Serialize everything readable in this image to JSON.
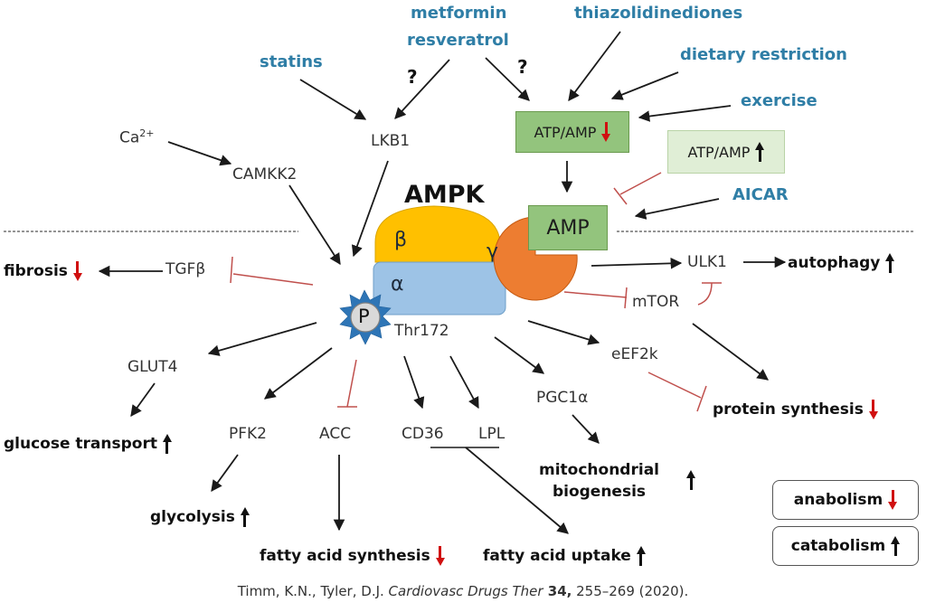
{
  "title": "AMPK",
  "regulators": {
    "statins": "statins",
    "metformin": "metformin",
    "resveratrol": "resveratrol",
    "thiazolidinediones": "thiazolidinediones",
    "dietary_restriction": "dietary restriction",
    "exercise": "exercise",
    "aicar": "AICAR",
    "question_mark": "?"
  },
  "upstream": {
    "calcium": "Ca",
    "calcium_charge": "2+",
    "camkk2": "CAMKK2",
    "lkb1": "LKB1"
  },
  "energy_boxes": {
    "atp_amp_down": "ATP/AMP",
    "atp_amp_up": "ATP/AMP",
    "amp": "AMP"
  },
  "complex": {
    "beta": "β",
    "alpha": "α",
    "gamma": "γ",
    "phospho": "P",
    "site": "Thr172"
  },
  "targets": {
    "tgfb": "TGFβ",
    "glut4": "GLUT4",
    "pfk2": "PFK2",
    "acc": "ACC",
    "cd36": "CD36",
    "lpl": "LPL",
    "pgc1a": "PGC1α",
    "eef2k": "eEF2k",
    "mtor": "mTOR",
    "ulk1": "ULK1"
  },
  "outcomes": {
    "fibrosis": {
      "label": "fibrosis",
      "direction": "down"
    },
    "glucose_transport": {
      "label": "glucose transport",
      "direction": "up"
    },
    "glycolysis": {
      "label": "glycolysis",
      "direction": "up"
    },
    "fatty_acid_synthesis": {
      "label": "fatty acid synthesis",
      "direction": "down"
    },
    "fatty_acid_uptake": {
      "label": "fatty acid uptake",
      "direction": "up"
    },
    "mitochondrial_line1": "mitochondrial",
    "mitochondrial_line2": "biogenesis",
    "mitochondrial_direction": "up",
    "protein_synthesis": {
      "label": "protein synthesis",
      "direction": "down"
    },
    "autophagy": {
      "label": "autophagy",
      "direction": "up"
    }
  },
  "legend": {
    "anabolism": {
      "label": "anabolism",
      "direction": "down"
    },
    "catabolism": {
      "label": "catabolism",
      "direction": "up"
    }
  },
  "colors": {
    "drug_text": "#2f7ea6",
    "activation_arrow": "#1a1a1a",
    "inhibition_line": "#c0504d",
    "alpha_subunit": "#9dc3e6",
    "beta_subunit": "#ffc000",
    "gamma_subunit": "#ed7d31",
    "energy_box": "#93c47d",
    "phospho_star": "#2e75b6",
    "down_arrow": "#d01010",
    "up_arrow": "#111111"
  },
  "citation": {
    "authors": "Timm, K.N., Tyler, D.J. ",
    "journal": "Cardiovasc Drugs Ther",
    "volume": " 34,",
    "pages": " 255–269 (2020)."
  }
}
